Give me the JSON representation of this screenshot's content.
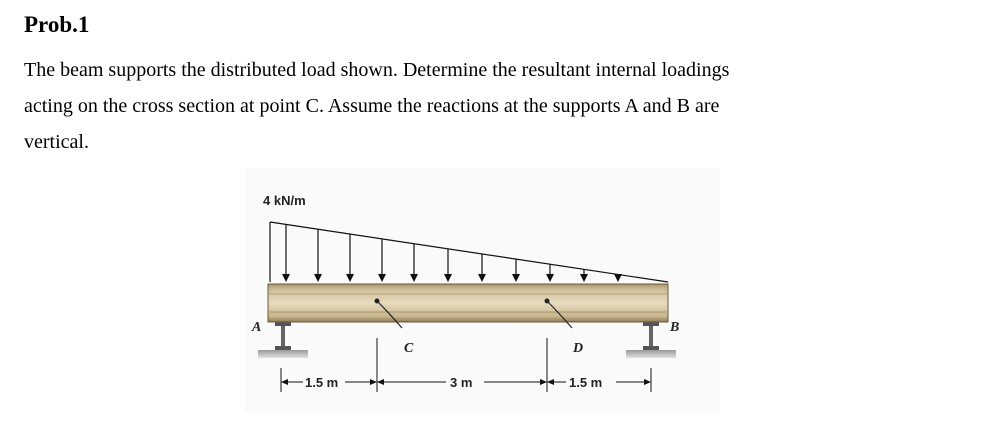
{
  "problem": {
    "title": "Prob.1",
    "lines": [
      "The beam supports the distributed load shown. Determine the resultant internal loadings",
      "acting on the cross section at point C. Assume the reactions at the supports A and B are",
      "vertical."
    ]
  },
  "figure": {
    "load_label": "4 kN/m",
    "point_a": "A",
    "point_b": "B",
    "point_c": "C",
    "point_d": "D",
    "dim_1": "1.5 m",
    "dim_2": "3 m",
    "dim_3": "1.5 m"
  }
}
